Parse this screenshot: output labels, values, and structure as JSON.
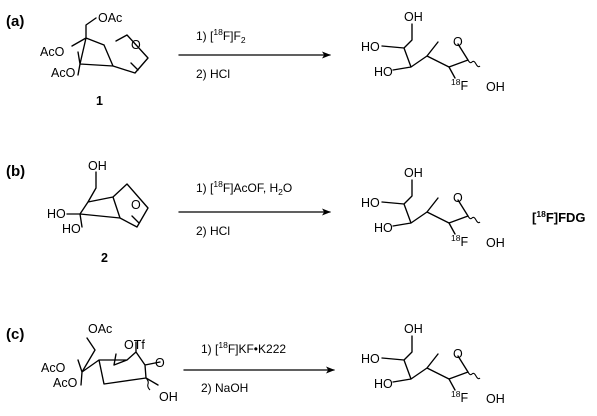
{
  "panels": [
    {
      "id": "a",
      "label": "(a)",
      "reactant": {
        "number": "1",
        "substituents": [
          "OAc",
          "AcO",
          "AcO",
          "O"
        ]
      },
      "step1": {
        "pre": "1) [",
        "iso": "18",
        "post": "F]F",
        "sub": "2"
      },
      "step2": "2) HCl",
      "product": {
        "labels": [
          "OH",
          "O",
          "HO",
          "HO",
          "OH"
        ],
        "fluorine_iso": "18",
        "fluorine": "F"
      }
    },
    {
      "id": "b",
      "label": "(b)",
      "reactant": {
        "number": "2",
        "substituents": [
          "OH",
          "HO",
          "HO",
          "O"
        ]
      },
      "step1": {
        "pre": "1) [",
        "iso": "18",
        "post": "F]AcOF, H",
        "sub": "2",
        "tail": "O"
      },
      "step2": "2) HCl",
      "product": {
        "labels": [
          "OH",
          "O",
          "HO",
          "HO",
          "OH"
        ],
        "fluorine_iso": "18",
        "fluorine": "F"
      },
      "product_name": {
        "pre": "[",
        "iso": "18",
        "post": "F]FDG"
      }
    },
    {
      "id": "c",
      "label": "(c)",
      "reactant": {
        "substituents": [
          "OAc",
          "OTf",
          "O",
          "AcO",
          "AcO",
          "OH"
        ]
      },
      "step1": {
        "pre": "1) [",
        "iso": "18",
        "post": "F]KF•K222"
      },
      "step2": "2) NaOH",
      "product": {
        "labels": [
          "OH",
          "O",
          "HO",
          "HO",
          "OH"
        ],
        "fluorine_iso": "18",
        "fluorine": "F"
      }
    }
  ]
}
